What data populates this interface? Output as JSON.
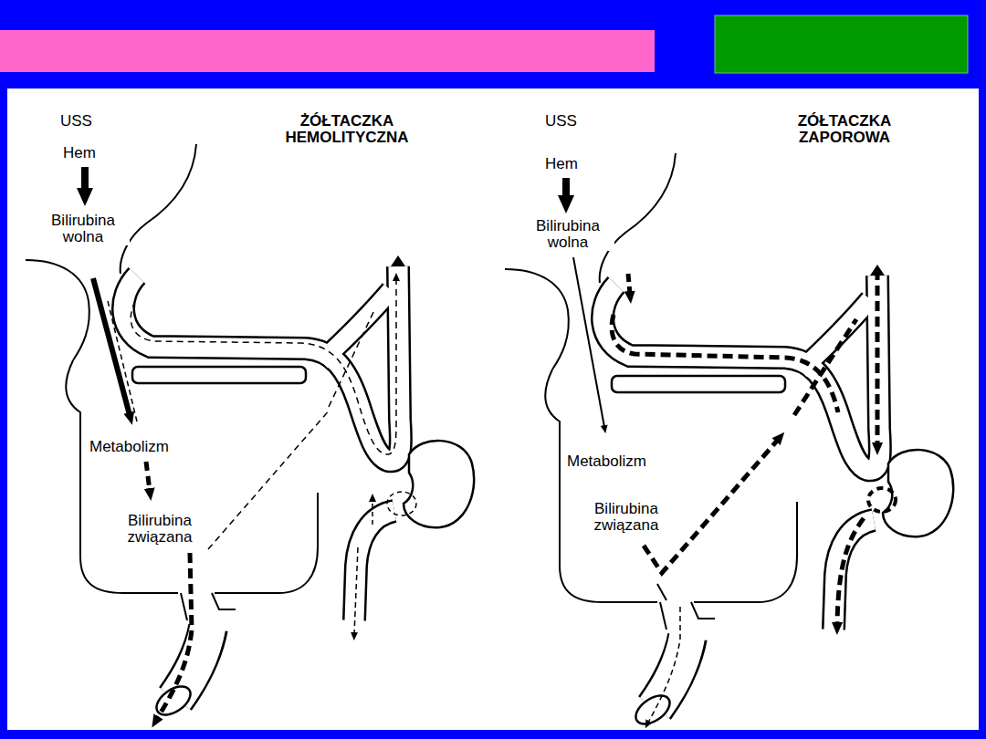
{
  "diagram": {
    "labels": [
      "USS",
      "Hem",
      "Bilirubina wolna",
      "ŻÓŁTACZKA HEMOLITYCZNA",
      "Metabolizm",
      "Bilirubina związana",
      "USS",
      "ZÓŁTACZKA ZAPOROWA",
      "Hem",
      "Bilirubina wolna",
      "Metabolizm",
      "Bilirubina związana"
    ]
  }
}
